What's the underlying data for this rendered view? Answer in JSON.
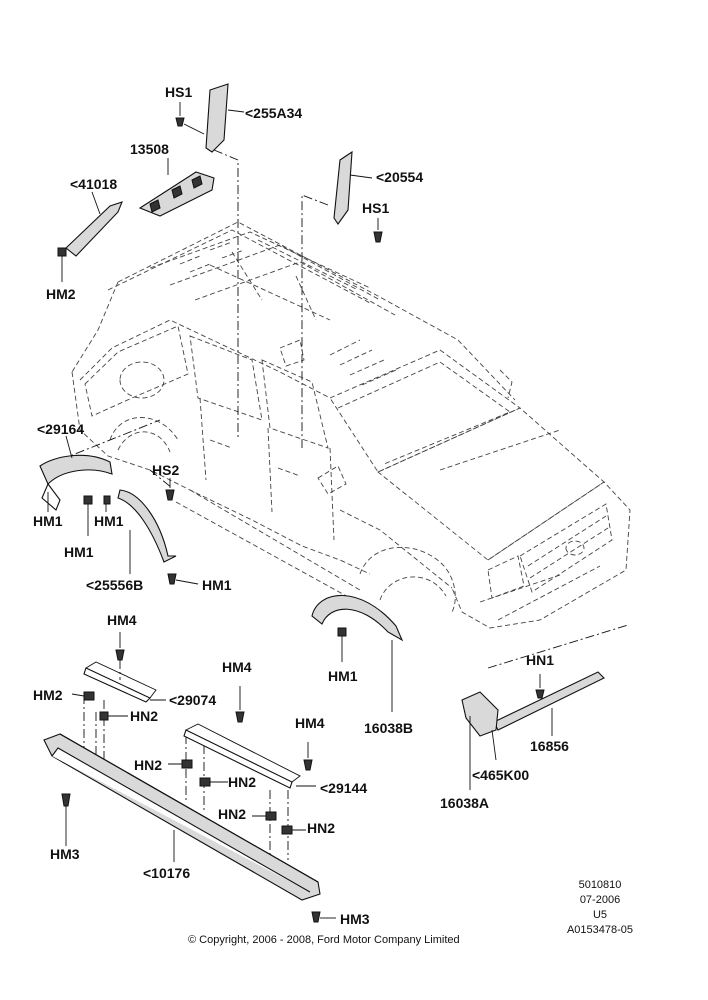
{
  "labels": {
    "hs1_top": "HS1",
    "p255a34": "<255A34",
    "p13508": "13508",
    "p20554": "<20554",
    "hs1_right": "HS1",
    "p41018": "<41018",
    "hm2_top": "HM2",
    "p29164": "<29164",
    "hs2": "HS2",
    "hm1_a": "HM1",
    "hm1_b": "HM1",
    "hm1_c": "HM1",
    "p25556b": "<25556B",
    "hm1_d": "HM1",
    "hm4_a": "HM4",
    "hm2_left": "HM2",
    "p29074": "<29074",
    "hn2_a": "HN2",
    "hm4_b": "HM4",
    "hm4_c": "HM4",
    "hn2_b": "HN2",
    "hn2_c": "HN2",
    "p29144": "<29144",
    "hn2_d": "HN2",
    "hn2_e": "HN2",
    "hm3_left": "HM3",
    "p10176": "<10176",
    "hm3_bottom": "HM3",
    "hm1_e": "HM1",
    "p16038b": "16038B",
    "hn1": "HN1",
    "p16856": "16856",
    "p465k00": "<465K00",
    "p16038a": "16038A"
  },
  "reference": {
    "number": "5010810",
    "date": "07-2006",
    "code": "U5",
    "illustration": "A0153478-05"
  },
  "copyright": "© Copyright, 2006 - 2008, Ford Motor Company Limited"
}
